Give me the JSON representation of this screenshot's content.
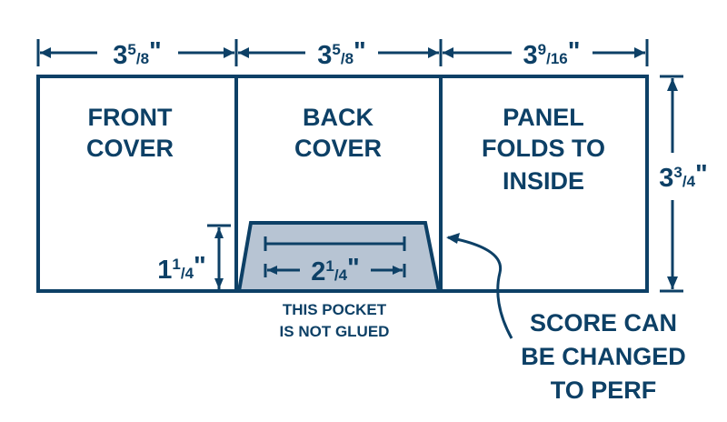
{
  "colors": {
    "ink": "#0d4066",
    "pocket_fill": "#b7c4d3",
    "background": "#ffffff"
  },
  "dimensions": {
    "front_width": {
      "whole": "3",
      "num": "5",
      "den": "8",
      "unit": "\""
    },
    "back_width": {
      "whole": "3",
      "num": "5",
      "den": "8",
      "unit": "\""
    },
    "panel_width": {
      "whole": "3",
      "num": "9",
      "den": "16",
      "unit": "\""
    },
    "height": {
      "whole": "3",
      "num": "3",
      "den": "4",
      "unit": "\""
    },
    "pocket_height": {
      "whole": "1",
      "num": "1",
      "den": "4",
      "unit": "\""
    },
    "pocket_width": {
      "whole": "2",
      "num": "1",
      "den": "4",
      "unit": "\""
    }
  },
  "panels": {
    "front": [
      "FRONT",
      "COVER"
    ],
    "back": [
      "BACK",
      "COVER"
    ],
    "inside": [
      "PANEL",
      "FOLDS TO",
      "INSIDE"
    ]
  },
  "notes": {
    "pocket": [
      "THIS POCKET",
      "IS NOT GLUED"
    ],
    "score": [
      "SCORE CAN",
      "BE CHANGED",
      "TO PERF"
    ]
  }
}
